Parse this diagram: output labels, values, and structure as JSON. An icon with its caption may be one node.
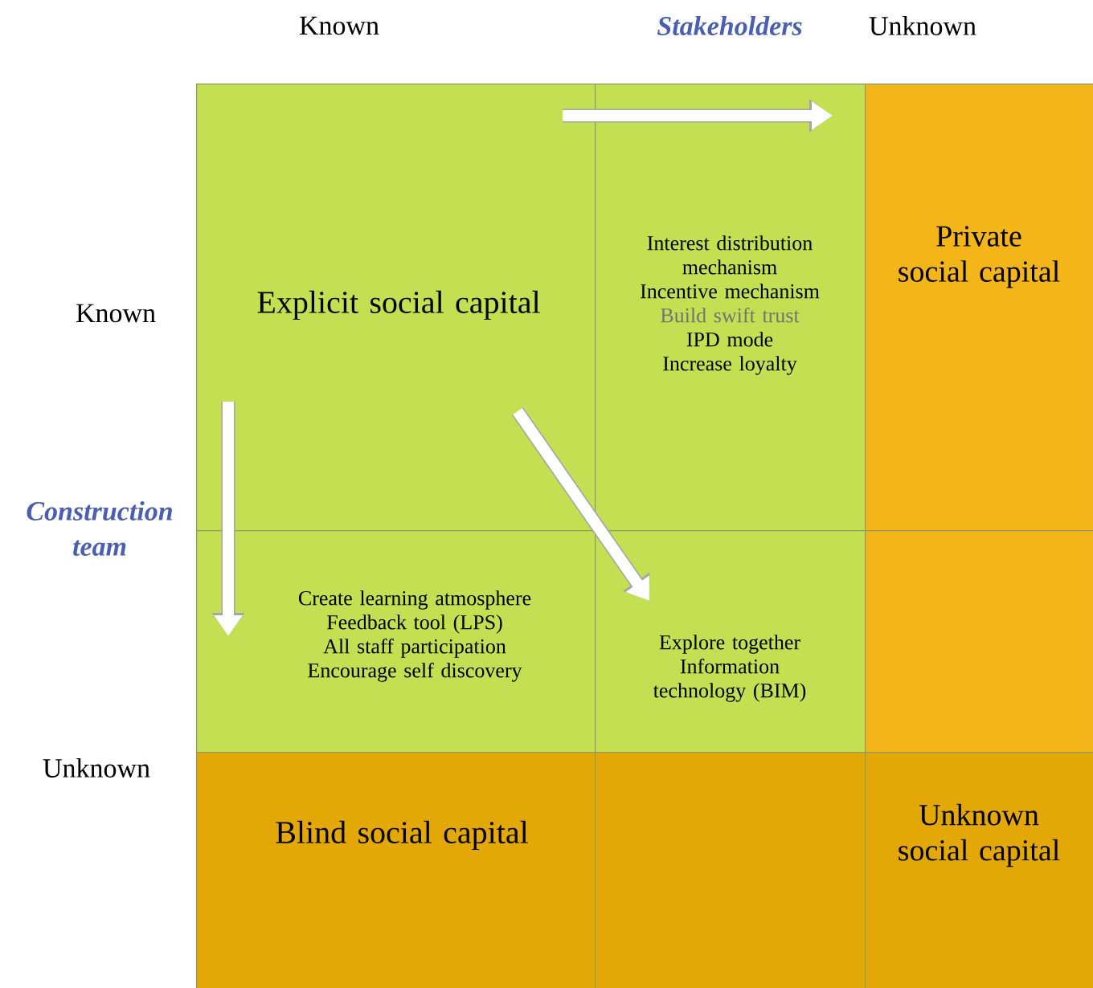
{
  "diagram": {
    "nodes": [
      {
        "text": [
          "Explicit social capital"
        ]
      },
      {
        "text": [
          "Interest distribution mechanism",
          "Incentive mechanism",
          "Build swift trust",
          "IPD mode",
          "Increase loyalty"
        ]
      },
      {
        "text": [
          "Private social capital"
        ]
      },
      {
        "text": [
          "Create learning atmosphere",
          "Feedback tool (LPS)",
          "All staff participation",
          "Encourage self discovery"
        ]
      },
      {
        "text": [
          "Explore together",
          "Information technology (BIM)"
        ]
      },
      {
        "text": [],
        "shape": "box"
      },
      {
        "text": [
          "Blind social capital"
        ]
      },
      {
        "text": [],
        "shape": "box"
      },
      {
        "text": [
          "Unknown social capital"
        ]
      }
    ],
    "edges": [
      {
        "from": 0,
        "to": 1,
        "arrow": "to"
      },
      {
        "from": 0,
        "to": 3,
        "arrow": "to"
      },
      {
        "from": 0,
        "to": 4,
        "arrow": "to"
      }
    ],
    "labels": [
      "Known",
      "Stakeholders",
      "Unknown",
      "Known",
      "Construction team",
      "Unknown"
    ]
  }
}
